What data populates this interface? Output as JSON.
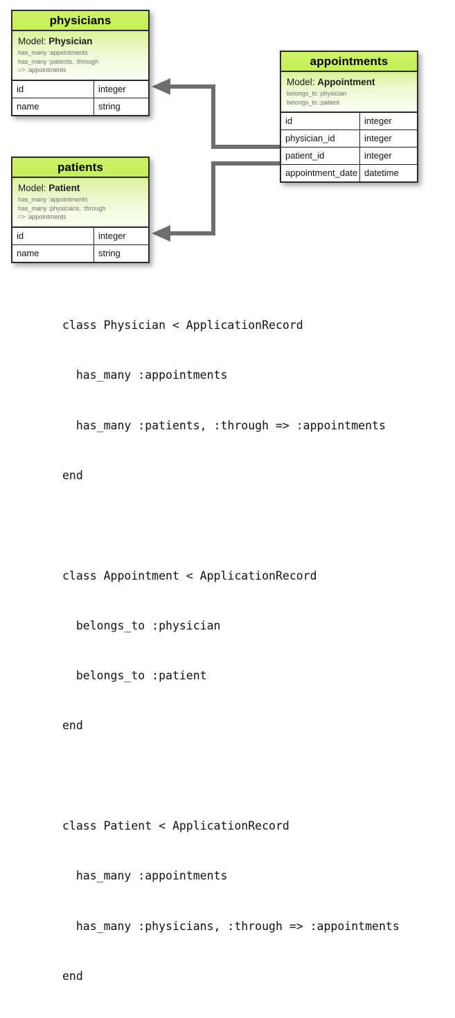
{
  "diagram": {
    "title_style_color": "#c6ef55",
    "tables": [
      {
        "id": "physicians",
        "name": "physicians",
        "model_label": "Model:",
        "model_name": "Physician",
        "associations": [
          "has_many :appointments",
          "has_many :patients, :through",
          "=> :appointments"
        ],
        "columns": [
          {
            "name": "id",
            "type": "integer"
          },
          {
            "name": "name",
            "type": "string"
          }
        ]
      },
      {
        "id": "patients",
        "name": "patients",
        "model_label": "Model:",
        "model_name": "Patient",
        "associations": [
          "has_many :appointments",
          "has_many :physicians, :through",
          "=> :appointments"
        ],
        "columns": [
          {
            "name": "id",
            "type": "integer"
          },
          {
            "name": "name",
            "type": "string"
          }
        ]
      },
      {
        "id": "appointments",
        "name": "appointments",
        "model_label": "Model:",
        "model_name": "Appointment",
        "associations": [
          "belongs_to :physician",
          "belongs_to :patient"
        ],
        "columns": [
          {
            "name": "id",
            "type": "integer"
          },
          {
            "name": "physician_id",
            "type": "integer"
          },
          {
            "name": "patient_id",
            "type": "integer"
          },
          {
            "name": "appointment_date",
            "type": "datetime"
          }
        ]
      }
    ],
    "relations": [
      {
        "from": "appointments.physician_id",
        "to": "physicians.id",
        "arrow": "left"
      },
      {
        "from": "appointments.patient_id",
        "to": "patients.id",
        "arrow": "left"
      }
    ],
    "connector_color": "#6e6e6e"
  },
  "code": {
    "language": "ruby",
    "lines": [
      "class Physician < ApplicationRecord",
      "  has_many :appointments",
      "  has_many :patients, :through => :appointments",
      "end",
      "",
      "class Appointment < ApplicationRecord",
      "  belongs_to :physician",
      "  belongs_to :patient",
      "end",
      "",
      "class Patient < ApplicationRecord",
      "  has_many :appointments",
      "  has_many :physicians, :through => :appointments",
      "end"
    ]
  }
}
